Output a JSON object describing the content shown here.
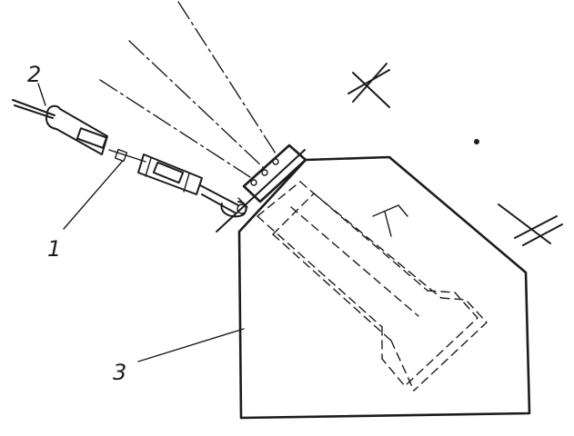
{
  "labels": {
    "turnbuckle": "1",
    "rope": "2",
    "pit": "3"
  },
  "colors": {
    "ink": "#1c1c1c",
    "paper": "#ffffff"
  }
}
